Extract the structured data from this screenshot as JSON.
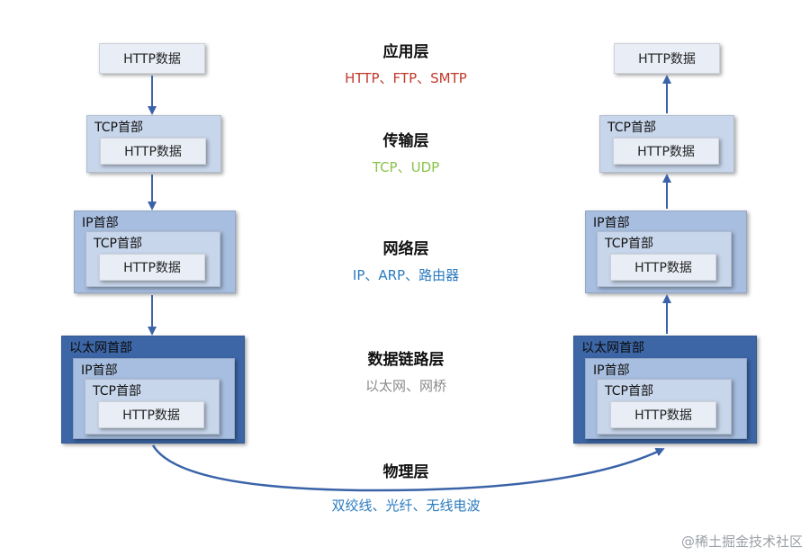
{
  "labels": {
    "http_data": "HTTP数据",
    "tcp_header": "TCP首部",
    "ip_header": "IP首部",
    "eth_header": "以太网首部"
  },
  "layers": [
    {
      "title": "应用层",
      "protocols": "HTTP、FTP、SMTP",
      "color": "#c0392b"
    },
    {
      "title": "传输层",
      "protocols": "TCP、UDP",
      "color": "#8bc34a"
    },
    {
      "title": "网络层",
      "protocols": "IP、ARP、路由器",
      "color": "#2b7bbf"
    },
    {
      "title": "数据链路层",
      "protocols": "以太网、网桥",
      "color": "#8a8a8a"
    },
    {
      "title": "物理层",
      "protocols": "双绞线、光纤、无线电波",
      "color": "#2b7bbf"
    }
  ],
  "watermark": "@稀土掘金技术社区",
  "colors": {
    "arrow": "#3a63a8",
    "http_box": "#e9eef6",
    "tcp_box": "#c8d6eb",
    "ip_box": "#a7bee0",
    "eth_box": "#3c66a6"
  }
}
